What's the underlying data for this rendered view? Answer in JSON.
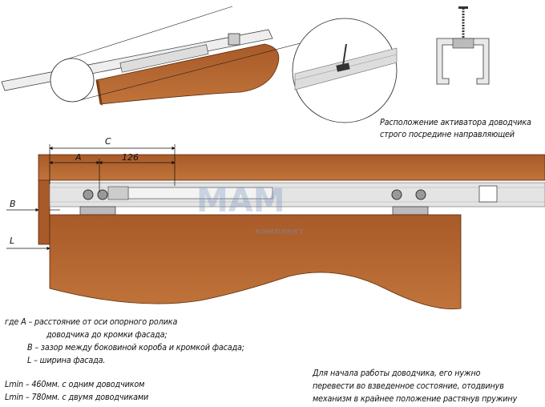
{
  "watermark": {
    "brand": "МАМ",
    "sub": "комплект"
  },
  "callout_note": [
    "Расположение активатора доводчика",
    "строго посредине направляющей"
  ],
  "dimensions": {
    "C": "C",
    "A": "A",
    "span": "126",
    "B": "B",
    "L": "L"
  },
  "legend": [
    "где  A – расстояние от оси опорного ролика",
    "доводчика до кромки фасада;",
    "B – зазор между боковиной короба и кромкой фасада;",
    "L – ширина фасада."
  ],
  "lmin": [
    "Lmin – 460мм. с одним доводчиком",
    "Lmin – 780мм. с двумя доводчиками"
  ],
  "instruction": [
    "Для начала работы доводчика, его нужно",
    "перевести во взведенное состояние, отодвинув",
    "механизм в крайнее положение растянув пружину"
  ],
  "colors": {
    "wood": "#b0632e",
    "wood_dark": "#7a3d15",
    "rail": "#e4e4e4"
  }
}
